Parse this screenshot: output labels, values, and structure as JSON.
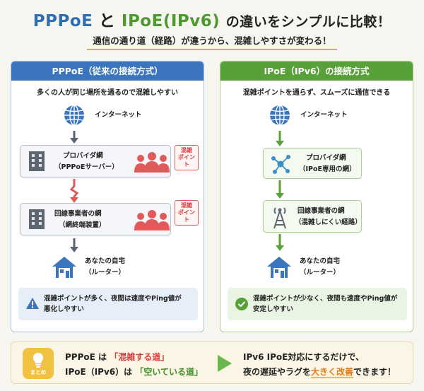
{
  "title": {
    "part1": "PPPoE",
    "part2": "と",
    "part3": "IPoE",
    "part4": "(IPv6)",
    "part5": "の違いをシンプルに比較！"
  },
  "subtitle": "通信の通り道（経路）が違うから、混雑しやすさが変わる！",
  "left": {
    "header": "PPPoE（従来の接続方式）",
    "sub": "多くの人が同じ場所を通るので混雑しやすい",
    "internet": "インターネット",
    "provider_line1": "プロバイダ網",
    "provider_line2": "（PPPoEサーバー）",
    "badge1_line1": "混雑",
    "badge1_line2": "ポイント",
    "operator_line1": "回線事業者の網",
    "operator_line2": "（網終端装置）",
    "badge2_line1": "混雑",
    "badge2_line2": "ポイント",
    "home_line1": "あなたの自宅",
    "home_line2": "（ルーター）",
    "note_line1": "混雑ポイントが多く、夜間は速度やPing値が",
    "note_line2": "悪化しやすい"
  },
  "right": {
    "header": "IPoE（IPv6）の接続方式",
    "sub": "混雑ポイントを通らず、スムーズに通信できる",
    "internet": "インターネット",
    "provider_line1": "プロバイダ網",
    "provider_line2": "（IPoE専用の網）",
    "operator_line1": "回線事業者の網",
    "operator_line2": "（混雑しにくい経路）",
    "home_line1": "あなたの自宅",
    "home_line2": "（ルーター）",
    "note_line1": "混雑ポイントが少なく、夜間も速度やPing値が",
    "note_line2": "安定しやすい"
  },
  "summary": {
    "icon_label": "まとめ",
    "l1_a": "PPPoE は",
    "l1_b": "「混雑する道」",
    "l2_a": "IPoE（IPv6）は",
    "l2_b": "「空いている道」",
    "r1": "IPv6 IPoE対応にするだけで、",
    "r2_a": "夜の遅延やラグを",
    "r2_b": "大きく改善",
    "r2_c": "できます！"
  },
  "colors": {
    "blue": "#3a75bd",
    "green": "#57a138",
    "red": "#d93a3a",
    "orange": "#e07b1c",
    "yellow": "#f1c23f"
  },
  "icons": [
    "globe-icon",
    "building-icon",
    "people-icon",
    "house-icon",
    "warning-icon",
    "network-icon",
    "tower-icon",
    "check-icon",
    "lightbulb-icon",
    "arrow-right-icon"
  ]
}
